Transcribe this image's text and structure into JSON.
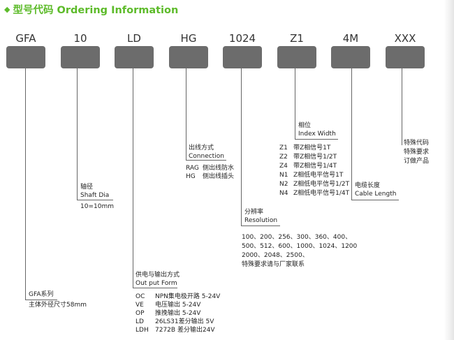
{
  "title": {
    "marker": "◆",
    "text": "型号代码 Ordering Information"
  },
  "codes": [
    "GFA",
    "10",
    "LD",
    "HG",
    "1024",
    "Z1",
    "4M",
    "XXX"
  ],
  "series": {
    "name": "GFA系列",
    "desc": "主体外径尺寸58mm"
  },
  "shaft": {
    "cn": "轴径",
    "en": "Shaft Dia",
    "value": "10=10mm"
  },
  "output": {
    "cn": "供电与输出方式",
    "en": "Out put Form",
    "options": [
      {
        "code": "OC",
        "desc": "NPN集电极开路 5-24V"
      },
      {
        "code": "VE",
        "desc": "电压输出 5-24V"
      },
      {
        "code": "OP",
        "desc": "推挽输出 5-24V"
      },
      {
        "code": "LD",
        "desc": "26LS31差分输出 5V"
      },
      {
        "code": "LDH",
        "desc": "7272B 差分输出24V"
      }
    ]
  },
  "connection": {
    "cn": "出线方式",
    "en": "Connection",
    "options": [
      {
        "code": "RAG",
        "desc": "侧出线防水"
      },
      {
        "code": "HG",
        "desc": "侧出线插头"
      }
    ]
  },
  "resolution": {
    "cn": "分辨率",
    "en": "Resolution",
    "lines": [
      "100、200、256、300、360、400、",
      "500、512、600、1000、1024、1200",
      "2000、2048、2500、",
      "特殊要求请与厂家联系"
    ]
  },
  "index": {
    "cn": "相位",
    "en": "Index Width",
    "options": [
      {
        "code": "Z1",
        "desc": "带Z相信号1T"
      },
      {
        "code": "Z2",
        "desc": "带Z相信号1/2T"
      },
      {
        "code": "Z4",
        "desc": "带Z相信号1/4T"
      },
      {
        "code": "N1",
        "desc": "Z相低电平信号1T"
      },
      {
        "code": "N2",
        "desc": "Z相低电平信号1/2T"
      },
      {
        "code": "N4",
        "desc": "Z相低电平信号1/4T"
      }
    ]
  },
  "cable": {
    "cn": "电缆长度",
    "en": "Cable Length"
  },
  "special": {
    "lines": [
      "特殊代码",
      "特殊要求",
      "订做产品"
    ]
  }
}
